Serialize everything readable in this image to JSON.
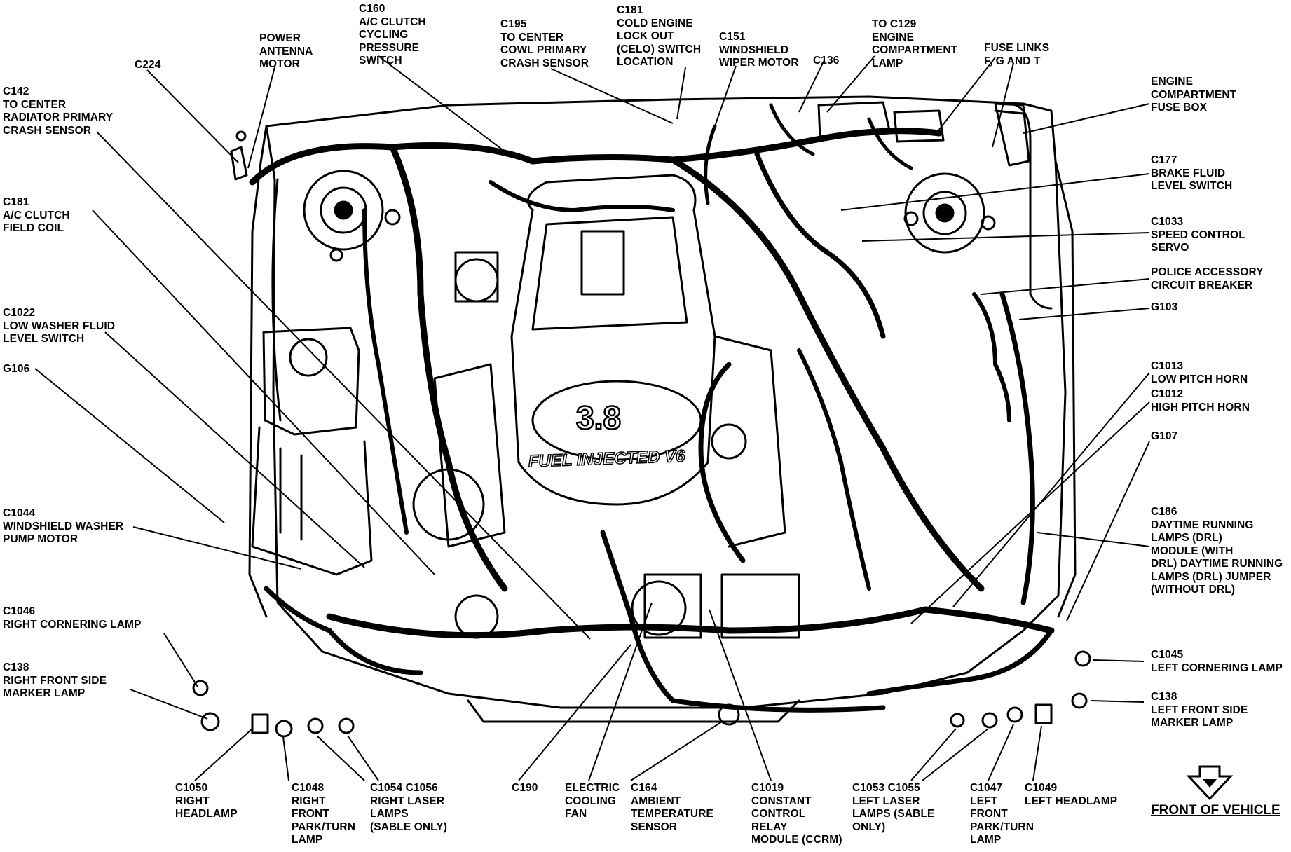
{
  "labels": [
    {
      "id": "power-antenna-motor",
      "text": "POWER\nANTENNA\nMOTOR"
    },
    {
      "id": "c224",
      "text": "C224"
    },
    {
      "id": "c142",
      "text": "C142\nTO CENTER\nRADIATOR PRIMARY\nCRASH SENSOR"
    },
    {
      "id": "c160",
      "text": "C160\nA/C CLUTCH\nCYCLING\nPRESSURE\nSWITCH"
    },
    {
      "id": "c195",
      "text": "C195\nTO CENTER\nCOWL PRIMARY\nCRASH SENSOR"
    },
    {
      "id": "c181-celo",
      "text": "C181\nCOLD ENGINE\nLOCK OUT\n(CELO) SWITCH\nLOCATION"
    },
    {
      "id": "c151",
      "text": "C151\nWINDSHIELD\nWIPER MOTOR"
    },
    {
      "id": "c136",
      "text": "C136"
    },
    {
      "id": "c129",
      "text": "TO C129\nENGINE\nCOMPARTMENT\nLAMP"
    },
    {
      "id": "fuse-links",
      "text": "FUSE LINKS\nF, G AND T"
    },
    {
      "id": "engine-fuse-box",
      "text": "ENGINE\nCOMPARTMENT\nFUSE BOX"
    },
    {
      "id": "c177",
      "text": "C177\nBRAKE FLUID\nLEVEL SWITCH"
    },
    {
      "id": "c1033",
      "text": "C1033\nSPEED CONTROL\nSERVO"
    },
    {
      "id": "police-breaker",
      "text": "POLICE ACCESSORY\nCIRCUIT BREAKER"
    },
    {
      "id": "g103",
      "text": "G103"
    },
    {
      "id": "c181-field",
      "text": "C181\nA/C CLUTCH\nFIELD COIL"
    },
    {
      "id": "c1022",
      "text": "C1022\nLOW WASHER FLUID\nLEVEL SWITCH"
    },
    {
      "id": "g106",
      "text": "G106"
    },
    {
      "id": "c1013",
      "text": "C1013\nLOW PITCH HORN"
    },
    {
      "id": "c1012",
      "text": "C1012\nHIGH PITCH HORN"
    },
    {
      "id": "g107",
      "text": "G107"
    },
    {
      "id": "c1044",
      "text": "C1044\nWINDSHIELD WASHER\nPUMP MOTOR"
    },
    {
      "id": "c186",
      "text": "C186\nDAYTIME RUNNING\nLAMPS (DRL)\nMODULE (WITH\nDRL) DAYTIME RUNNING\nLAMPS (DRL) JUMPER\n(WITHOUT DRL)"
    },
    {
      "id": "c1046",
      "text": "C1046\nRIGHT CORNERING LAMP"
    },
    {
      "id": "c138-right",
      "text": "C138\nRIGHT FRONT SIDE\nMARKER LAMP"
    },
    {
      "id": "c1045",
      "text": "C1045\nLEFT CORNERING LAMP"
    },
    {
      "id": "c138-left",
      "text": "C138\nLEFT FRONT SIDE\nMARKER LAMP"
    },
    {
      "id": "c1050",
      "text": "C1050\nRIGHT\nHEADLAMP"
    },
    {
      "id": "c1048",
      "text": "C1048\nRIGHT\nFRONT\nPARK/TURN\nLAMP"
    },
    {
      "id": "c1054",
      "text": "C1054 C1056\nRIGHT LASER\nLAMPS\n(SABLE ONLY)"
    },
    {
      "id": "c190",
      "text": "C190"
    },
    {
      "id": "cooling-fan",
      "text": "ELECTRIC\nCOOLING\nFAN"
    },
    {
      "id": "c164",
      "text": "C164\nAMBIENT\nTEMPERATURE\nSENSOR"
    },
    {
      "id": "c1019",
      "text": "C1019\nCONSTANT\nCONTROL\nRELAY\nMODULE (CCRM)"
    },
    {
      "id": "c1053",
      "text": "C1053 C1055\nLEFT LASER\nLAMPS (SABLE\nONLY)"
    },
    {
      "id": "c1047",
      "text": "C1047\nLEFT\nFRONT\nPARK/TURN\nLAMP"
    },
    {
      "id": "c1049",
      "text": "C1049\nLEFT HEADLAMP"
    }
  ],
  "engine_badge": "3.8",
  "engine_text": "FUEL INJECTED V6",
  "footer": {
    "front_of_vehicle": "FRONT OF VEHICLE"
  }
}
